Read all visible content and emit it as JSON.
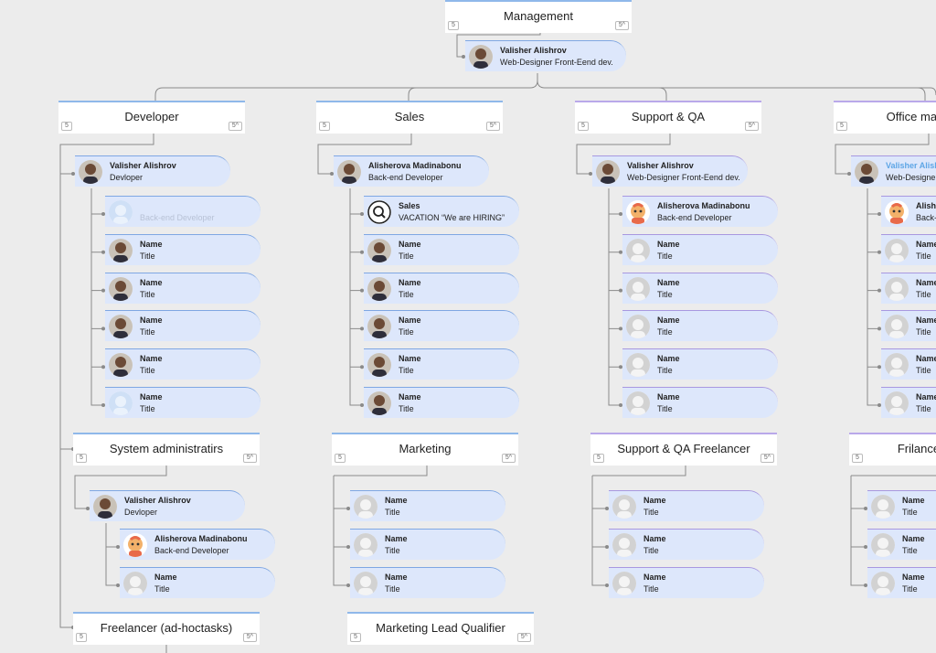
{
  "root": {
    "title": "Management",
    "count": "5",
    "count2": "5^",
    "head": {
      "name": "Valisher Alishrov",
      "title": "Web-Designer Front-Eend dev."
    }
  },
  "count": "5",
  "count2": "5^",
  "departments": [
    {
      "title": "Developer",
      "head": {
        "name": "Valisher Alishrov",
        "title": "Devloper"
      },
      "members": [
        {
          "name": "",
          "title": "Back-end Developer",
          "avatar": "placeholder-blue"
        },
        {
          "name": "Name",
          "title": "Title",
          "avatar": "photo"
        },
        {
          "name": "Name",
          "title": "Title",
          "avatar": "photo"
        },
        {
          "name": "Name",
          "title": "Title",
          "avatar": "photo"
        },
        {
          "name": "Name",
          "title": "Title",
          "avatar": "photo"
        },
        {
          "name": "Name",
          "title": "Title",
          "avatar": "placeholder-blue"
        }
      ]
    },
    {
      "title": "Sales",
      "head": {
        "name": "Alisherova Madinabonu",
        "title": "Back-end Developer"
      },
      "members": [
        {
          "name": "Sales",
          "title": "VACATION “We are HIRING”",
          "avatar": "search"
        },
        {
          "name": "Name",
          "title": "Title",
          "avatar": "photo"
        },
        {
          "name": "Name",
          "title": "Title",
          "avatar": "photo"
        },
        {
          "name": "Name",
          "title": "Title",
          "avatar": "photo"
        },
        {
          "name": "Name",
          "title": "Title",
          "avatar": "photo"
        },
        {
          "name": "Name",
          "title": "Title",
          "avatar": "photo"
        }
      ]
    },
    {
      "title": "Support & QA",
      "head": {
        "name": "Valisher Alishrov",
        "title": "Web-Designer Front-Eend dev."
      },
      "members": [
        {
          "name": "Alisherova Madinabonu",
          "title": "Back-end Developer",
          "avatar": "cartoon"
        },
        {
          "name": "Name",
          "title": "Title",
          "avatar": "placeholder"
        },
        {
          "name": "Name",
          "title": "Title",
          "avatar": "placeholder"
        },
        {
          "name": "Name",
          "title": "Title",
          "avatar": "placeholder"
        },
        {
          "name": "Name",
          "title": "Title",
          "avatar": "placeholder"
        },
        {
          "name": "Name",
          "title": "Title",
          "avatar": "placeholder"
        }
      ]
    },
    {
      "title": "Office manager",
      "head": {
        "name": "Valisher Alishrov",
        "title": "Web-Designer Front-Eend dev."
      },
      "members": [
        {
          "name": "Alisherova Madinabonu",
          "title": "Back-end Developer",
          "avatar": "cartoon"
        },
        {
          "name": "Name",
          "title": "Title",
          "avatar": "placeholder"
        },
        {
          "name": "Name",
          "title": "Title",
          "avatar": "placeholder"
        },
        {
          "name": "Name",
          "title": "Title",
          "avatar": "placeholder"
        },
        {
          "name": "Name",
          "title": "Title",
          "avatar": "placeholder"
        },
        {
          "name": "Name",
          "title": "Title",
          "avatar": "placeholder"
        }
      ]
    }
  ],
  "subdepartments": [
    {
      "title": "System administratirs",
      "head": {
        "name": "Valisher Alishrov",
        "title": "Devloper"
      },
      "members": [
        {
          "name": "Alisherova Madinabonu",
          "title": "Back-end Developer",
          "avatar": "cartoon"
        },
        {
          "name": "Name",
          "title": "Title",
          "avatar": "placeholder"
        }
      ]
    },
    {
      "title": "Marketing",
      "members": [
        {
          "name": "Name",
          "title": "Title",
          "avatar": "placeholder"
        },
        {
          "name": "Name",
          "title": "Title",
          "avatar": "placeholder"
        },
        {
          "name": "Name",
          "title": "Title",
          "avatar": "placeholder"
        }
      ]
    },
    {
      "title": "Support & QA Freelancer",
      "members": [
        {
          "name": "Name",
          "title": "Title",
          "avatar": "placeholder"
        },
        {
          "name": "Name",
          "title": "Title",
          "avatar": "placeholder"
        },
        {
          "name": "Name",
          "title": "Title",
          "avatar": "placeholder"
        }
      ]
    },
    {
      "title": "Frilance & Admin",
      "members": [
        {
          "name": "Name",
          "title": "Title",
          "avatar": "placeholder"
        },
        {
          "name": "Name",
          "title": "Title",
          "avatar": "placeholder"
        },
        {
          "name": "Name",
          "title": "Title",
          "avatar": "placeholder"
        }
      ]
    }
  ],
  "bottom": [
    {
      "title": "Freelancer (ad-hoctasks)"
    },
    {
      "title": "Marketing Lead Qualifier"
    }
  ]
}
